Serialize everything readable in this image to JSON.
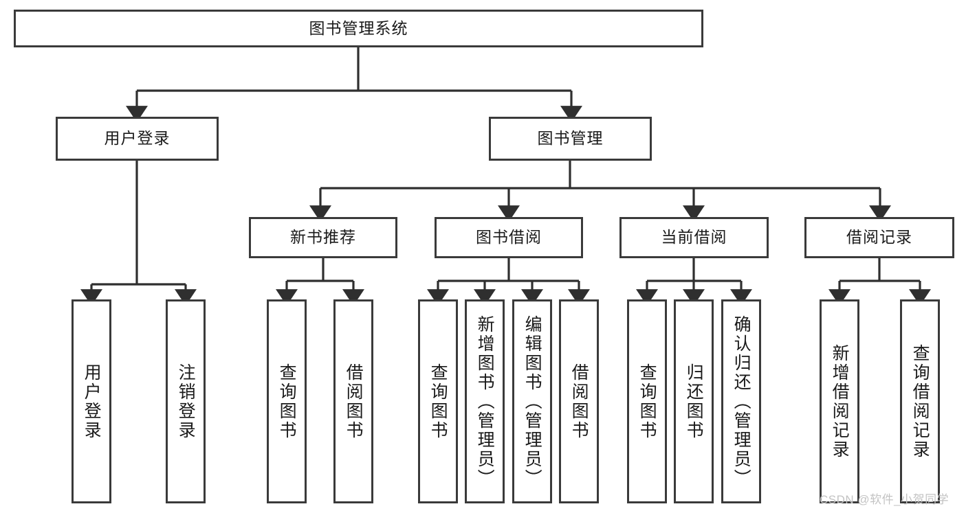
{
  "diagram": {
    "title": "图书管理系统",
    "type": "功能结构图",
    "watermark": "CSDN @软件_小贺同学",
    "colors": {
      "box_border": "#3a3a3a",
      "box_fill": "#ffffff",
      "connector": "#2f2f2f",
      "text": "#1a1a1a",
      "watermark": "#c3c3c3"
    },
    "root": {
      "label": "图书管理系统"
    },
    "level2": [
      {
        "label": "用户登录"
      },
      {
        "label": "图书管理"
      }
    ],
    "level3": [
      {
        "label": "新书推荐"
      },
      {
        "label": "图书借阅"
      },
      {
        "label": "当前借阅"
      },
      {
        "label": "借阅记录"
      }
    ],
    "leaves": {
      "user_login": [
        {
          "label": "用户登录"
        },
        {
          "label": "注销登录"
        }
      ],
      "new_book": [
        {
          "label": "查询图书"
        },
        {
          "label": "借阅图书"
        }
      ],
      "book_borrow": [
        {
          "label": "查询图书"
        },
        {
          "label": "新增图书（管理员）"
        },
        {
          "label": "编辑图书（管理员）"
        },
        {
          "label": "借阅图书"
        }
      ],
      "current_borrow": [
        {
          "label": "查询图书"
        },
        {
          "label": "归还图书"
        },
        {
          "label": "确认归还（管理员）"
        }
      ],
      "borrow_record": [
        {
          "label": "新增借阅记录"
        },
        {
          "label": "查询借阅记录"
        }
      ]
    }
  }
}
